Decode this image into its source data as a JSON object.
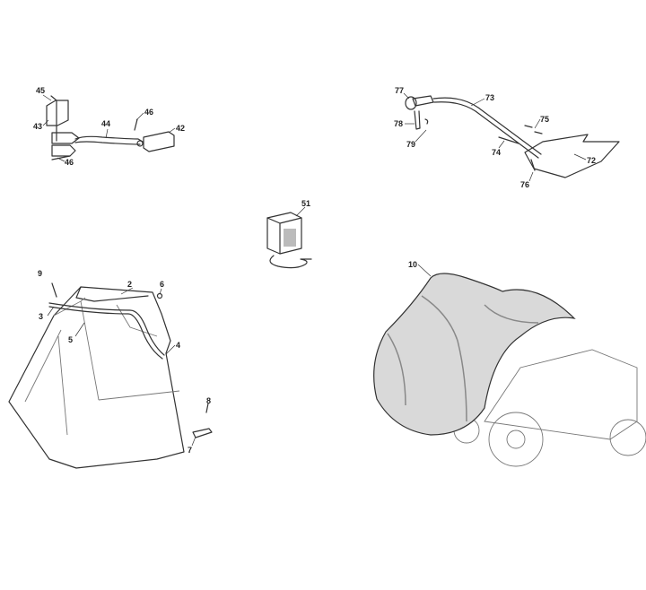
{
  "diagram": {
    "type": "exploded parts diagram",
    "groups": [
      {
        "name": "hitch",
        "callouts": [
          "45",
          "43",
          "44",
          "46",
          "42",
          "46"
        ]
      },
      {
        "name": "deflector",
        "callouts": [
          "77",
          "73",
          "78",
          "75",
          "79",
          "74",
          "72",
          "76"
        ]
      },
      {
        "name": "battery-charger",
        "callouts": [
          "51"
        ]
      },
      {
        "name": "grass-catcher",
        "callouts": [
          "9",
          "2",
          "6",
          "3",
          "5",
          "4",
          "8",
          "7"
        ]
      },
      {
        "name": "tractor-cover",
        "callouts": [
          "10"
        ]
      }
    ]
  },
  "colors": {
    "line": "#333333",
    "cover_fill": "#d9d9d9",
    "cover_dark": "#8a8a8a"
  }
}
